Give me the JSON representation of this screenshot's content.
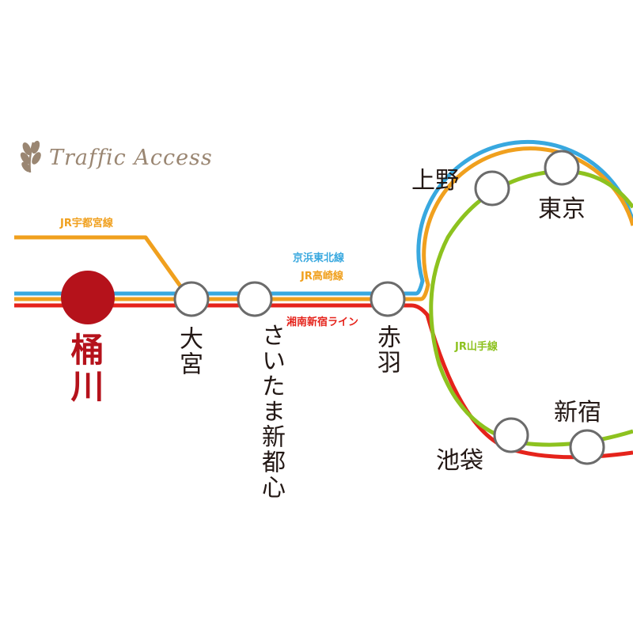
{
  "header": {
    "title": "Traffic Access"
  },
  "colors": {
    "keihin_tohoku": "#38a8df",
    "takasaki": "#f0a01e",
    "shonan_shinjuku": "#e5231b",
    "yamanote": "#8dc21f",
    "utsunomiya": "#f0a01e",
    "home_station": "#b5121b",
    "station_text": "#231815",
    "title": "#9a8672"
  },
  "lines": {
    "utsunomiya": "JR宇都宮線",
    "keihin_tohoku": "京浜東北線",
    "takasaki": "JR高崎線",
    "shonan_shinjuku": "湘南新宿ライン",
    "yamanote": "JR山手線"
  },
  "stations": {
    "okegawa": "桶川",
    "omiya": "大宮",
    "saitama_shintoshin": "さいたま新都心",
    "akabane": "赤羽",
    "ueno": "上野",
    "tokyo": "東京",
    "shinjuku": "新宿",
    "ikebukuro": "池袋"
  }
}
